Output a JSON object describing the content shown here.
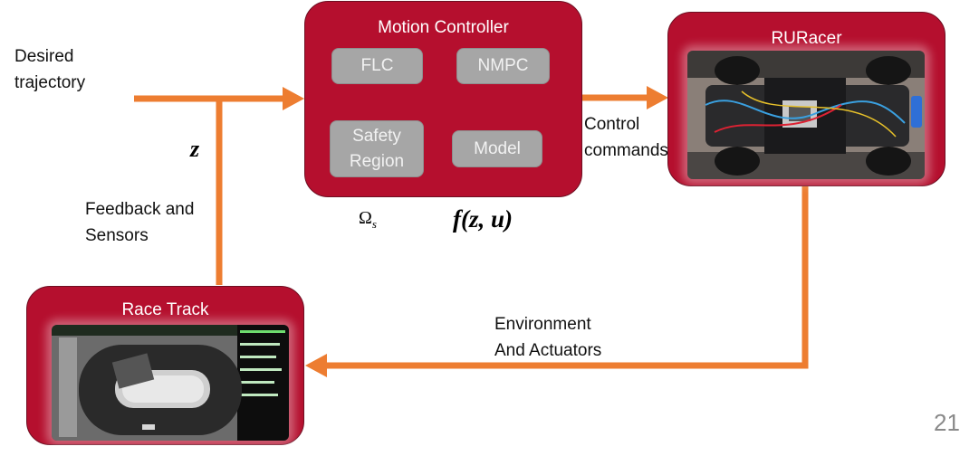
{
  "inputs": {
    "desired_line1": "Desired",
    "desired_line2": "trajectory",
    "z_symbol": "z",
    "feedback_line1": "Feedback and",
    "feedback_line2": "Sensors"
  },
  "motion_controller": {
    "title": "Motion Controller",
    "blocks": {
      "flc": "FLC",
      "nmpc": "NMPC",
      "safety_line1": "Safety",
      "safety_line2": "Region",
      "model": "Model"
    },
    "omega_symbol": "Ω",
    "omega_subscript": "s",
    "model_eq": "f(z, u)"
  },
  "ruracer": {
    "title": "RURacer"
  },
  "control_commands": {
    "line1": "Control",
    "line2": "commands"
  },
  "race_track": {
    "title": "Race Track"
  },
  "environment": {
    "line1": "Environment",
    "line2": "And Actuators"
  },
  "page_number": "21",
  "colors": {
    "block_fill": "#b50f2e",
    "arrow": "#ed7d31",
    "sub_block": "#a6a6a6"
  }
}
